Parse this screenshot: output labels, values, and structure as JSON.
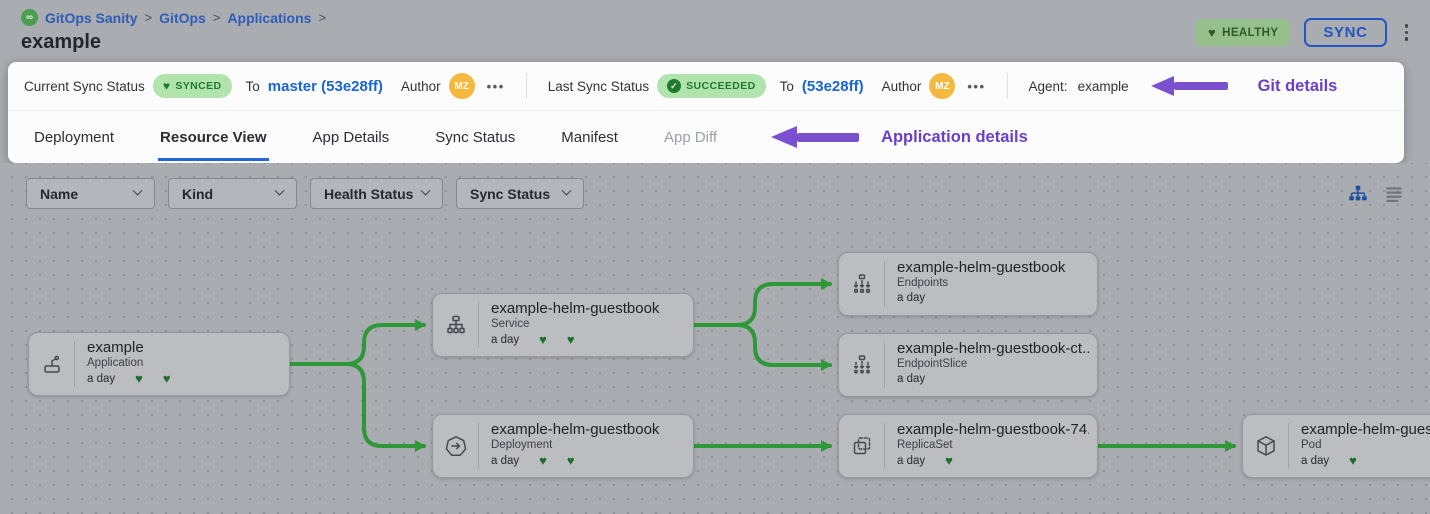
{
  "icons": {
    "heart": "♥",
    "check": "✓",
    "infinity": "∞"
  },
  "colors": {
    "accent_blue": "#2465d9",
    "edge_green": "#2e9738",
    "purple": "#7a50ce",
    "badge_green_bg": "#b1e4ac",
    "badge_green_text": "#1f7a2e",
    "avatar_orange": "#f6b93f"
  },
  "breadcrumb": {
    "items": [
      "GitOps Sanity",
      "GitOps",
      "Applications"
    ],
    "separator": ">"
  },
  "page": {
    "title": "example"
  },
  "header": {
    "health_status": "HEALTHY",
    "sync_label": "SYNC"
  },
  "sync_bar": {
    "current": {
      "label": "Current Sync Status",
      "status": "SYNCED",
      "to": "To",
      "revision": "master (53e28ff)",
      "author_label": "Author",
      "author_initials": "MZ",
      "more": "•••"
    },
    "last": {
      "label": "Last Sync Status",
      "status": "SUCCEEDED",
      "to": "To",
      "revision": "(53e28ff)",
      "author_label": "Author",
      "author_initials": "MZ",
      "more": "•••"
    },
    "agent_label": "Agent:",
    "agent_value": "example",
    "annotation": "Git details"
  },
  "tabs": {
    "items": [
      {
        "label": "Deployment"
      },
      {
        "label": "Resource View",
        "active": true
      },
      {
        "label": "App Details"
      },
      {
        "label": "Sync Status"
      },
      {
        "label": "Manifest"
      },
      {
        "label": "App Diff",
        "disabled": true
      }
    ],
    "annotation": "Application details"
  },
  "filters": {
    "items": [
      {
        "label": "Name"
      },
      {
        "label": "Kind"
      },
      {
        "label": "Health Status"
      },
      {
        "label": "Sync Status"
      }
    ]
  },
  "graph": {
    "nodes": [
      {
        "title": "example",
        "kind": "Application",
        "age": "a day",
        "hearts": 2,
        "icon": "application-icon"
      },
      {
        "title": "example-helm-guestbook",
        "kind": "Service",
        "age": "a day",
        "hearts": 2,
        "icon": "service-icon"
      },
      {
        "title": "example-helm-guestbook",
        "kind": "Endpoints",
        "age": "a day",
        "hearts": 0,
        "icon": "endpoints-icon"
      },
      {
        "title": "example-helm-guestbook-ct...",
        "kind": "EndpointSlice",
        "age": "a day",
        "hearts": 0,
        "icon": "endpointslice-icon"
      },
      {
        "title": "example-helm-guestbook",
        "kind": "Deployment",
        "age": "a day",
        "hearts": 2,
        "icon": "deployment-icon"
      },
      {
        "title": "example-helm-guestbook-74...",
        "kind": "ReplicaSet",
        "age": "a day",
        "hearts": 1,
        "icon": "replicaset-icon"
      },
      {
        "title": "example-helm-guestbook",
        "kind": "Pod",
        "age": "a day",
        "hearts": 1,
        "icon": "pod-icon"
      }
    ]
  }
}
